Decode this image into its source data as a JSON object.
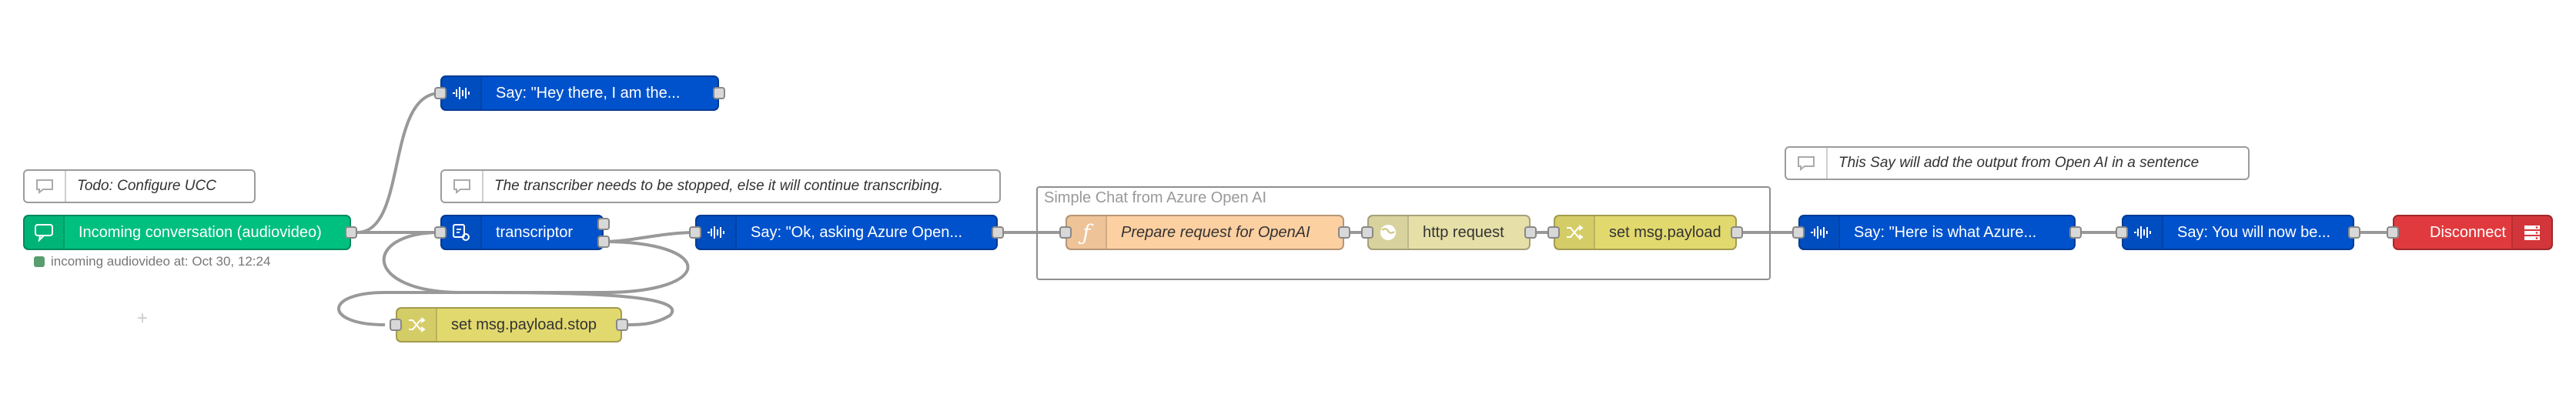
{
  "colors": {
    "uccNode": "#00c07f",
    "sayNode": "#0052cc",
    "functionNode": "#fdd0a2",
    "httpNode": "#e6e0a8",
    "changeNode": "#e2d96e",
    "disconnectNode": "#e03a3e",
    "wire": "#999999"
  },
  "nodes": {
    "incoming": {
      "label": "Incoming conversation (audiovideo)",
      "icon": "chat-bubble-icon"
    },
    "say_hey": {
      "label": "Say: \"Hey there, I am the...",
      "icon": "sound-wave-icon"
    },
    "transcriptor": {
      "label": "transcriptor",
      "icon": "transcribe-icon"
    },
    "set_stop": {
      "label": "set msg.payload.stop",
      "icon": "shuffle-icon"
    },
    "say_ok": {
      "label": "Say: \"Ok, asking Azure Open...",
      "icon": "sound-wave-icon"
    },
    "prepare": {
      "label": "Prepare request for OpenAI",
      "icon": "function-icon"
    },
    "http": {
      "label": "http request",
      "icon": "globe-icon"
    },
    "set_payload": {
      "label": "set msg.payload",
      "icon": "shuffle-icon"
    },
    "say_here": {
      "label": "Say: \"Here is what Azure...",
      "icon": "sound-wave-icon"
    },
    "say_you": {
      "label": "Say: You will now be...",
      "icon": "sound-wave-icon"
    },
    "disconnect": {
      "label": "Disconnect",
      "icon": "disconnect-icon"
    }
  },
  "comments": {
    "todo": "Todo: Configure UCC",
    "transcriber": "The transcriber needs to be stopped, else it will continue transcribing.",
    "say_note": "This Say will add the output from Open AI in a sentence"
  },
  "group": {
    "label": "Simple Chat from Azure Open AI"
  },
  "status": {
    "incoming": "incoming audiovideo at: Oct 30, 12:24"
  }
}
